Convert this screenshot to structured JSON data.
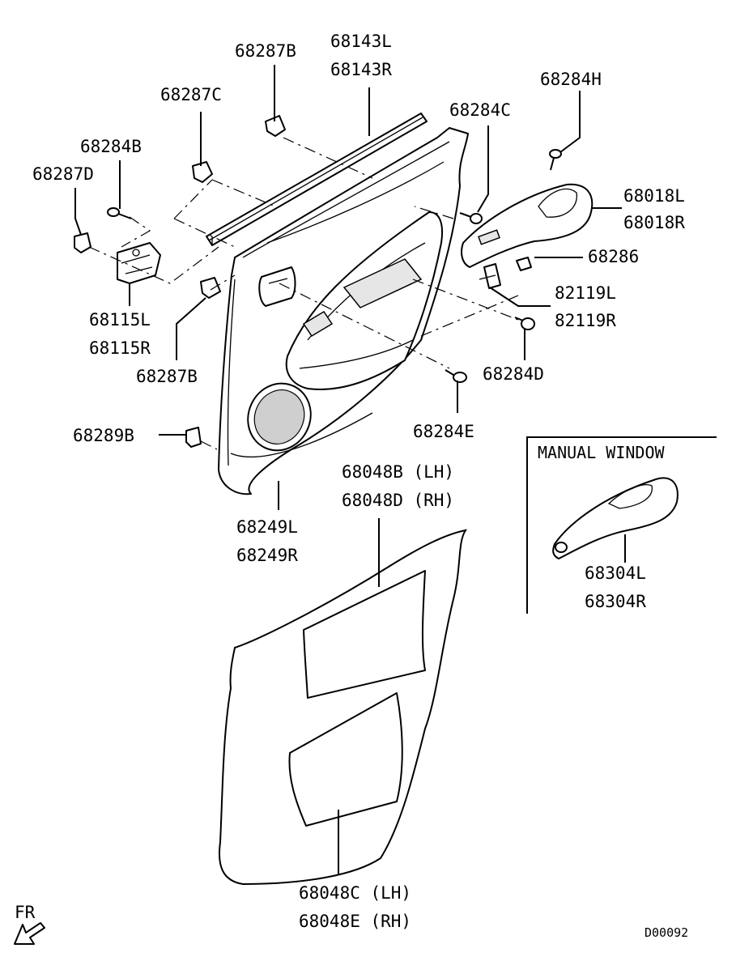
{
  "callouts": {
    "p68287B_top": "68287B",
    "p68143L": "68143L",
    "p68143R": "68143R",
    "p68287C": "68287C",
    "p68284H": "68284H",
    "p68284B": "68284B",
    "p68284C": "68284C",
    "p68287D": "68287D",
    "p68018L": "68018L",
    "p68018R": "68018R",
    "p68286": "68286",
    "p82119L": "82119L",
    "p82119R": "82119R",
    "p68115L": "68115L",
    "p68115R": "68115R",
    "p68284D": "68284D",
    "p68287B_low": "68287B",
    "p68284E": "68284E",
    "p68289B": "68289B",
    "p68048B": "68048B (LH)",
    "p68048D": "68048D (RH)",
    "p68249L": "68249L",
    "p68249R": "68249R",
    "p68304L": "68304L",
    "p68304R": "68304R",
    "p68048C": "68048C (LH)",
    "p68048E": "68048E (RH)"
  },
  "inset": {
    "title": "MANUAL WINDOW"
  },
  "front_indicator": "FR",
  "diagram_code": "D00092"
}
